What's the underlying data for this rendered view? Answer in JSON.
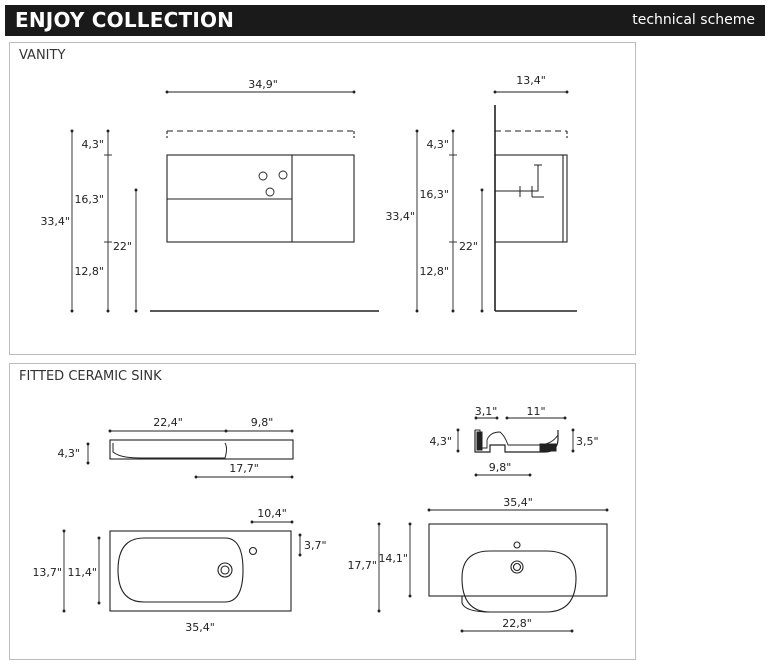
{
  "header": {
    "title": "ENJOY COLLECTION",
    "subtitle": "technical scheme",
    "background": "#1a1a1a",
    "text_color": "#ffffff"
  },
  "vanity": {
    "title": "VANITY",
    "front": {
      "width": "34,9\"",
      "top": "4,3\"",
      "middle": "16,3\"",
      "total": "33,4\"",
      "floor": "22\"",
      "bottom": "12,8\""
    },
    "side": {
      "depth": "13,4\"",
      "top": "4,3\"",
      "middle": "16,3\"",
      "total": "33,4\"",
      "floor": "22\"",
      "bottom": "12,8\""
    }
  },
  "sink": {
    "title": "FITTED CERAMIC SINK",
    "profile": {
      "left_width": "22,4\"",
      "right_width": "9,8\"",
      "height": "4,3\"",
      "bowl": "17,7\""
    },
    "section": {
      "rim": "3,1\"",
      "basin": "11\"",
      "height": "4,3\"",
      "depth": "3,5\"",
      "bottom": "9,8\""
    },
    "top_view": {
      "offset": "10,4\"",
      "hole": "3,7\"",
      "depth": "13,7\"",
      "inner_depth": "11,4\"",
      "width": "35,4\""
    },
    "front_view": {
      "width": "35,4\"",
      "height": "17,7\"",
      "inner_height": "14,1\"",
      "bowl_width": "22,8\""
    }
  }
}
